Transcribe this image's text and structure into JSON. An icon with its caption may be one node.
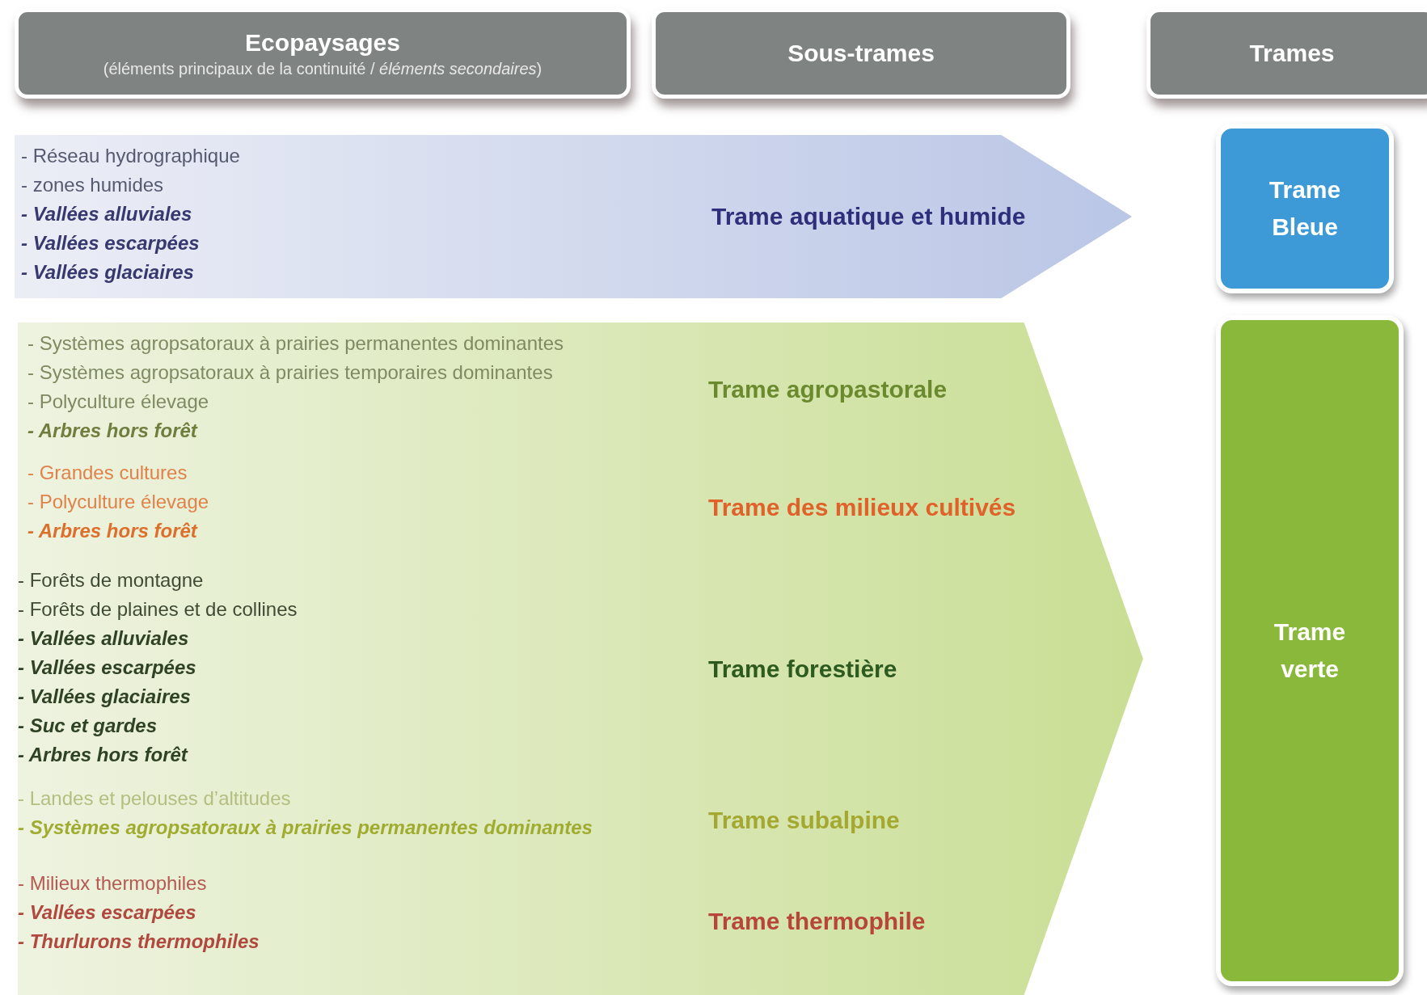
{
  "diagram": {
    "nodes": [
      {
        "text": [
          "Ecopaysages",
          "(éléments principaux de la continuité / *éléments secondaires*)"
        ]
      },
      {
        "text": [
          "Sous-trames"
        ]
      },
      {
        "text": [
          "Trames"
        ]
      },
      {
        "text": [
          "- Réseau hydrographique",
          "- zones humides",
          "- Vallées alluviales",
          "- Vallées escarpées",
          "- Vallées glaciaires",
          "Trame aquatique et humide"
        ]
      },
      {
        "text": [],
        "shape": "arrow"
      },
      {
        "text": [
          "- Systèmes agropsatoraux à prairies permanentes dominantes",
          "- Systèmes agropsatoraux à prairies temporaires dominantes",
          "- Polyculture élevage",
          "- Arbres hors forêt",
          "Trame agropastorale"
        ],
        "in": 4
      },
      {
        "text": [
          "- Grandes cultures",
          "- Polyculture élevage",
          "- Arbres hors forêt",
          "Trame des milieux cultivés"
        ],
        "in": 4
      },
      {
        "text": [
          "- Forêts de montagne",
          "- Forêts de plaines et de collines",
          "- Vallées alluviales",
          "- Vallées escarpées",
          "- Vallées glaciaires",
          "- Suc et gardes",
          "- Arbres hors forêt",
          "Trame forestière"
        ],
        "in": 4
      },
      {
        "text": [
          "- Landes et pelouses d’altitudes",
          "- Systèmes agropsatoraux à prairies permanentes dominantes",
          "Trame subalpine"
        ],
        "in": 4
      },
      {
        "text": [
          "- Milieux thermophiles",
          "- Vallées escarpées",
          "- Thurlurons thermophiles",
          "Trame thermophile"
        ],
        "in": 4
      },
      {
        "text": [
          "Trame Bleue"
        ]
      },
      {
        "text": [
          "Trame verte"
        ]
      }
    ]
  }
}
